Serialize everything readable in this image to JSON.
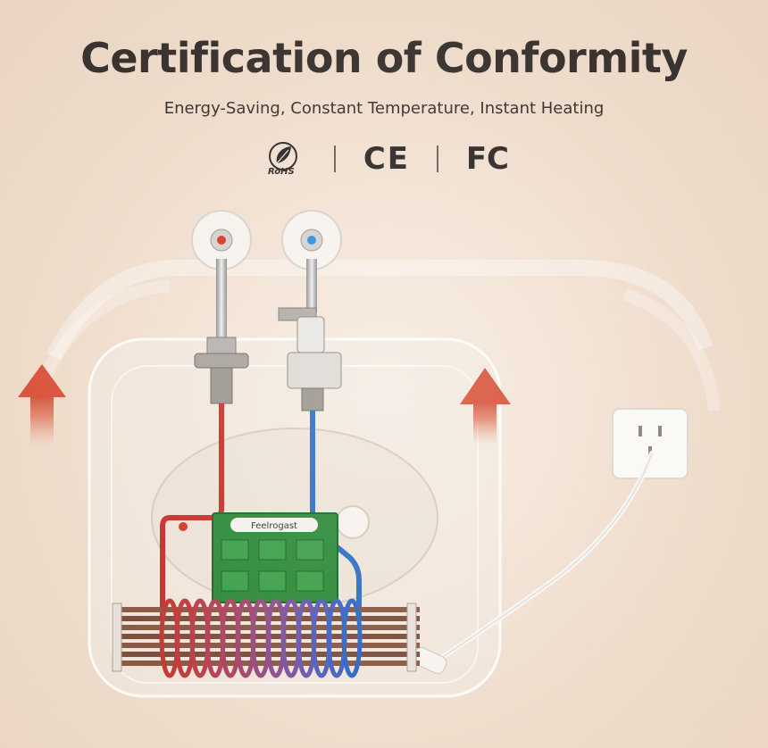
{
  "header": {
    "title": "Certification of Conformity",
    "subtitle": "Energy-Saving, Constant Temperature, Instant Heating"
  },
  "certifications": [
    {
      "icon": "rohs-icon",
      "label": "RoHS"
    },
    {
      "icon": "ce-mark-icon",
      "label": "CE"
    },
    {
      "icon": "fcc-mark-icon",
      "label": "FC"
    }
  ],
  "product": {
    "circuit_board_brand": "Feelrogast"
  },
  "colors": {
    "hot_pipe": "#c9302c",
    "cold_pipe": "#2f6fc4",
    "arrow": "#d9553d",
    "board": "#2e8b3a"
  }
}
